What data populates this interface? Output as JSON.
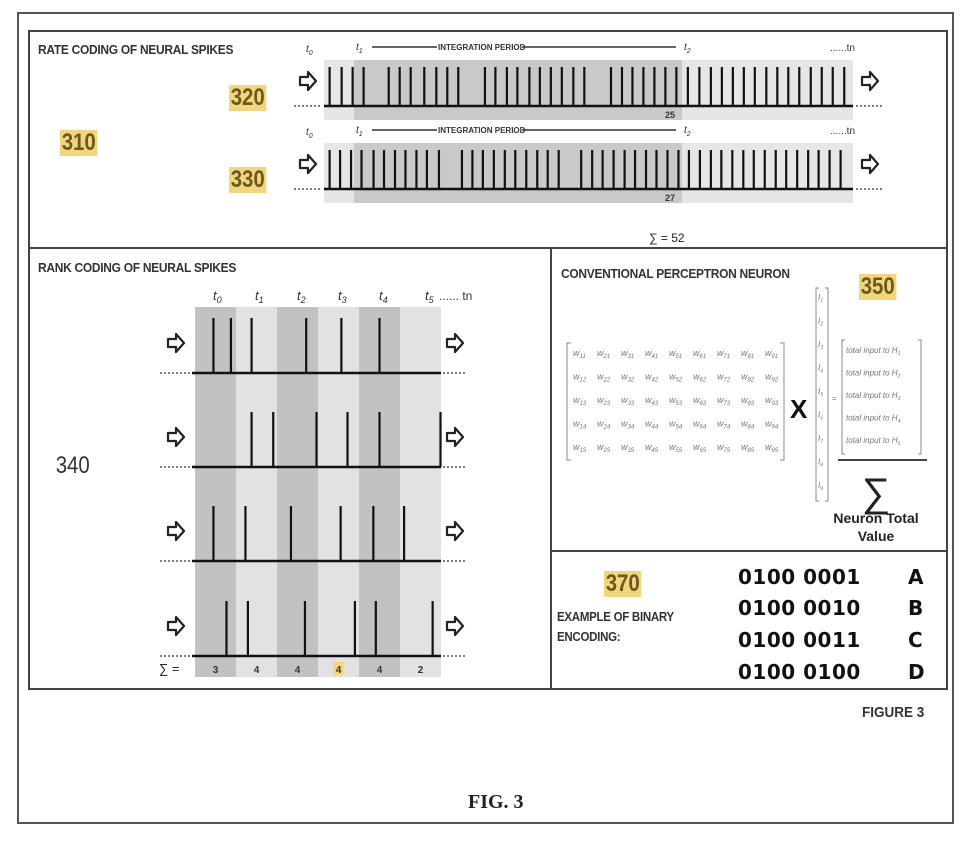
{
  "figure_label": "FIGURE 3",
  "caption": "FIG. 3",
  "rate_coding": {
    "title": "RATE CODING OF NEURAL SPIKES",
    "ref_main": "310",
    "integration_label": "INTEGRATION PERIOD",
    "time_labels": {
      "t0": "t0",
      "t1": "t1",
      "t2": "t2",
      "tn": "......tn"
    },
    "trains": [
      {
        "ref": "320",
        "count_in_period": "25",
        "spike_positions": [
          0.005,
          0.028,
          0.049,
          0.07,
          0.118,
          0.139,
          0.16,
          0.186,
          0.209,
          0.23,
          0.251,
          0.302,
          0.322,
          0.344,
          0.364,
          0.387,
          0.407,
          0.428,
          0.449,
          0.471,
          0.492,
          0.543,
          0.564,
          0.584,
          0.605,
          0.626,
          0.647,
          0.668,
          0.69,
          0.712,
          0.734,
          0.755,
          0.776,
          0.797,
          0.818,
          0.84,
          0.861,
          0.882,
          0.903,
          0.925,
          0.946,
          0.967,
          0.989
        ]
      },
      {
        "ref": "330",
        "count_in_period": "27",
        "spike_positions": [
          0.005,
          0.025,
          0.046,
          0.066,
          0.089,
          0.109,
          0.13,
          0.15,
          0.171,
          0.191,
          0.214,
          0.258,
          0.278,
          0.298,
          0.319,
          0.34,
          0.36,
          0.381,
          0.402,
          0.422,
          0.443,
          0.486,
          0.507,
          0.527,
          0.548,
          0.569,
          0.589,
          0.61,
          0.63,
          0.651,
          0.672,
          0.692,
          0.713,
          0.734,
          0.754,
          0.775,
          0.796,
          0.816,
          0.837,
          0.858,
          0.878,
          0.899,
          0.92,
          0.94,
          0.961,
          0.982
        ]
      }
    ],
    "sum_label": "∑ = 52"
  },
  "rank_coding": {
    "title": "RANK CODING OF NEURAL SPIKES",
    "ref": "340",
    "time_labels": [
      "t0",
      "t1",
      "t2",
      "t3",
      "t4",
      "t5 ...... tn"
    ],
    "rows": [
      {
        "spike_positions": [
          0.075,
          0.146,
          0.23,
          0.452,
          0.595,
          0.75
        ]
      },
      {
        "spike_positions": [
          0.23,
          0.318,
          0.494,
          0.62,
          0.75,
          0.998
        ]
      },
      {
        "spike_positions": [
          0.075,
          0.205,
          0.39,
          0.592,
          0.725,
          0.85
        ]
      },
      {
        "spike_positions": [
          0.128,
          0.215,
          0.447,
          0.65,
          0.735,
          0.966
        ]
      }
    ],
    "sum_prefix": "∑ =",
    "sums": [
      "3",
      "4",
      "4",
      "4",
      "4",
      "2"
    ],
    "highlighted_sum_index": 3
  },
  "perceptron": {
    "title": "CONVENTIONAL PERCEPTRON NEURON",
    "ref": "350",
    "weight_rows": [
      [
        "w11",
        "w21",
        "w31",
        "w41",
        "w51",
        "w61",
        "w71",
        "w81",
        "w91"
      ],
      [
        "w12",
        "w22",
        "w32",
        "w42",
        "w52",
        "w62",
        "w72",
        "w82",
        "w92"
      ],
      [
        "w13",
        "w23",
        "w33",
        "w43",
        "w53",
        "w63",
        "w73",
        "w83",
        "w93"
      ],
      [
        "w14",
        "w24",
        "w34",
        "w44",
        "w54",
        "w64",
        "w74",
        "w84",
        "w94"
      ],
      [
        "w15",
        "w25",
        "w35",
        "w45",
        "w55",
        "w65",
        "w75",
        "w85",
        "w95"
      ]
    ],
    "times": "X",
    "input_vector": [
      "I1",
      "I2",
      "I3",
      "I4",
      "I5",
      "I6",
      "I7",
      "I8",
      "I9"
    ],
    "equals": "=",
    "output_vector": [
      "total input to H1",
      "total input to H2",
      "total input to H3",
      "total input to H4",
      "total input to H5"
    ],
    "sum_symbol": "∑",
    "total_label_line1": "Neuron Total",
    "total_label_line2": "Value"
  },
  "binary": {
    "ref": "370",
    "label_line1": "EXAMPLE OF BINARY",
    "label_line2": "ENCODING:",
    "rows": [
      {
        "code": "0100 0001",
        "letter": "A"
      },
      {
        "code": "0100 0010",
        "letter": "B"
      },
      {
        "code": "0100 0011",
        "letter": "C"
      },
      {
        "code": "0100 0100",
        "letter": "D"
      }
    ]
  },
  "colors": {
    "highlight": "#f2d57c",
    "ref_text": "#6b5a1f",
    "shade_dark": "#c4c4c4",
    "shade_light": "#e3e3e3"
  }
}
